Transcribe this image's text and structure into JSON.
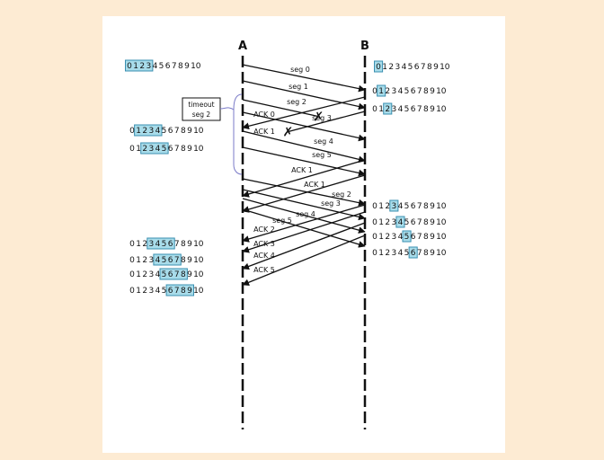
{
  "hosts": {
    "a": "A",
    "b": "B"
  },
  "timeout_box": {
    "line1": "timeout",
    "line2": "seg 2"
  },
  "digits": [
    "0",
    "1",
    "2",
    "3",
    "4",
    "5",
    "6",
    "7",
    "8",
    "9",
    "10"
  ],
  "windows_a": [
    {
      "highlight": [
        0,
        1,
        2,
        3
      ]
    },
    {
      "highlight": [
        1,
        2,
        3,
        4
      ]
    },
    {
      "highlight": [
        2,
        3,
        4,
        5
      ]
    },
    {
      "highlight": [
        3,
        4,
        5,
        6
      ]
    },
    {
      "highlight": [
        4,
        5,
        6,
        7
      ]
    },
    {
      "highlight": [
        5,
        6,
        7,
        8
      ]
    },
    {
      "highlight": [
        6,
        7,
        8,
        9
      ]
    }
  ],
  "windows_b": [
    {
      "highlight": [
        0
      ]
    },
    {
      "highlight": [
        1
      ]
    },
    {
      "highlight": [
        2
      ]
    },
    {
      "highlight": [
        3
      ]
    },
    {
      "highlight": [
        4
      ]
    },
    {
      "highlight": [
        5
      ]
    },
    {
      "highlight": [
        6
      ]
    }
  ],
  "messages": [
    {
      "label": "seg 0",
      "dir": "A-to-B",
      "lost": false
    },
    {
      "label": "seg 1",
      "dir": "A-to-B",
      "lost": false
    },
    {
      "label": "seg 2",
      "dir": "A-to-B",
      "lost": true
    },
    {
      "label": "ACK 0",
      "dir": "B-to-A",
      "lost": false
    },
    {
      "label": "seg 3",
      "dir": "A-to-B",
      "lost": false
    },
    {
      "label": "ACK 1",
      "dir": "B-to-A",
      "lost": true
    },
    {
      "label": "seg 4",
      "dir": "A-to-B",
      "lost": false
    },
    {
      "label": "seg 5",
      "dir": "A-to-B",
      "lost": false
    },
    {
      "label": "ACK 1",
      "dir": "B-to-A",
      "lost": false
    },
    {
      "label": "ACK 1",
      "dir": "B-to-A",
      "lost": false
    },
    {
      "label": "seg 2",
      "dir": "A-to-B",
      "lost": false
    },
    {
      "label": "seg 3",
      "dir": "A-to-B",
      "lost": false
    },
    {
      "label": "seg 4",
      "dir": "A-to-B",
      "lost": false
    },
    {
      "label": "seg 5",
      "dir": "A-to-B",
      "lost": false
    },
    {
      "label": "ACK 2",
      "dir": "B-to-A",
      "lost": false
    },
    {
      "label": "ACK 3",
      "dir": "B-to-A",
      "lost": false
    },
    {
      "label": "ACK 4",
      "dir": "B-to-A",
      "lost": false
    },
    {
      "label": "ACK 5",
      "dir": "B-to-A",
      "lost": false
    }
  ],
  "colors": {
    "page_background": "#fdebd3",
    "card_background": "#ffffff",
    "window_highlight": "#a8dcea",
    "window_border": "#3a8fb0",
    "timeout_bracket": "#7b7bc8",
    "line": "#111111"
  }
}
